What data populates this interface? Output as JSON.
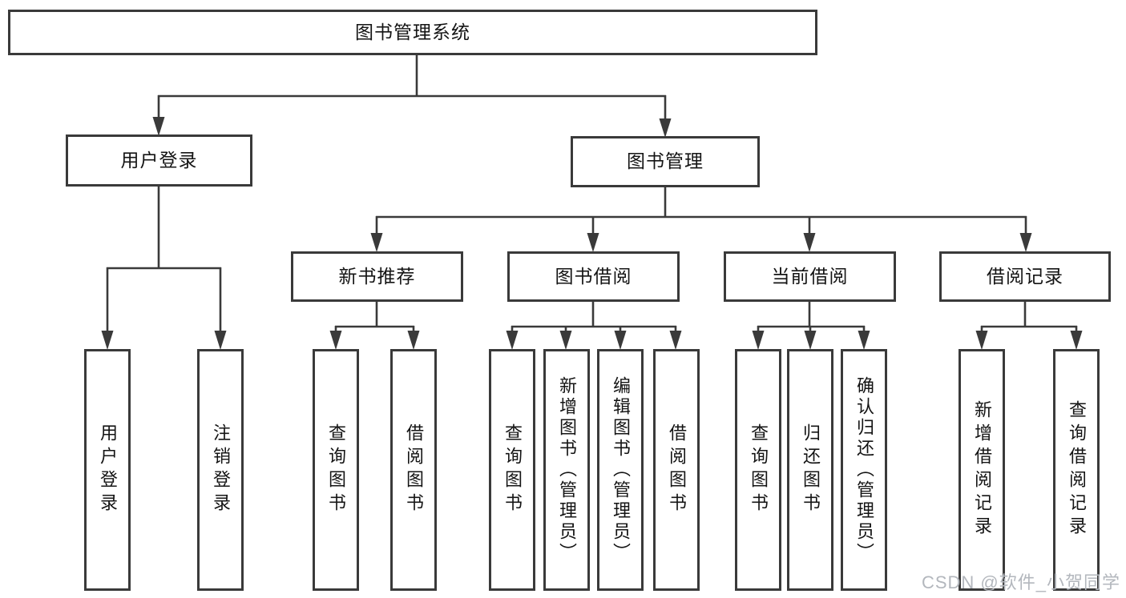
{
  "diagram": {
    "title": "图书管理系统",
    "nodes": {
      "root": {
        "label": "图书管理系统"
      },
      "user_login": {
        "label": "用户登录"
      },
      "book_mgmt": {
        "label": "图书管理"
      },
      "new_book_rec": {
        "label": "新书推荐"
      },
      "book_borrow": {
        "label": "图书借阅"
      },
      "current_borrow": {
        "label": "当前借阅"
      },
      "borrow_records": {
        "label": "借阅记录"
      },
      "ul_login": {
        "label": "用户登录"
      },
      "ul_logout": {
        "label": "注销登录"
      },
      "nbr_query": {
        "label": "查询图书"
      },
      "nbr_borrow": {
        "label": "借阅图书"
      },
      "bb_query": {
        "label": "查询图书"
      },
      "bb_add": {
        "label": "新增图书（管理员）"
      },
      "bb_edit": {
        "label": "编辑图书（管理员）"
      },
      "bb_borrow": {
        "label": "借阅图书"
      },
      "cb_query": {
        "label": "查询图书"
      },
      "cb_return": {
        "label": "归还图书"
      },
      "cb_confirm": {
        "label": "确认归还（管理员）"
      },
      "br_add": {
        "label": "新增借阅记录"
      },
      "br_query": {
        "label": "查询借阅记录"
      }
    },
    "hierarchy": {
      "root": [
        "user_login",
        "book_mgmt"
      ],
      "user_login": [
        "ul_login",
        "ul_logout"
      ],
      "book_mgmt": [
        "new_book_rec",
        "book_borrow",
        "current_borrow",
        "borrow_records"
      ],
      "new_book_rec": [
        "nbr_query",
        "nbr_borrow"
      ],
      "book_borrow": [
        "bb_query",
        "bb_add",
        "bb_edit",
        "bb_borrow"
      ],
      "current_borrow": [
        "cb_query",
        "cb_return",
        "cb_confirm"
      ],
      "borrow_records": [
        "br_add",
        "br_query"
      ]
    },
    "colors": {
      "background": "#ffffff",
      "box_border": "#3a3a3a",
      "line": "#3a3a3a",
      "text": "#141414",
      "watermark": "#b3b7bd"
    }
  },
  "watermark": {
    "text": "CSDN @软件_小贺同学"
  }
}
